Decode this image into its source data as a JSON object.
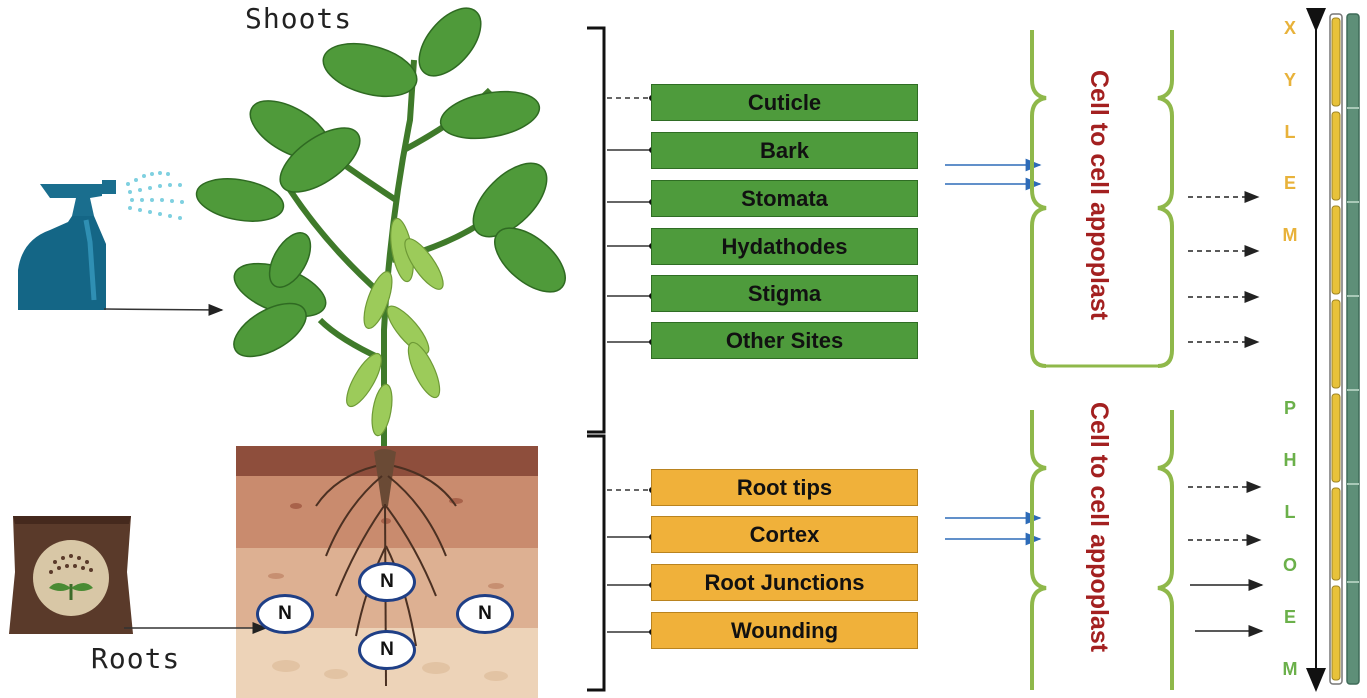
{
  "labels": {
    "shoots": "Shoots",
    "roots": "Roots"
  },
  "shoot_sites": [
    "Cuticle",
    "Bark",
    "Stomata",
    "Hydathodes",
    "Stigma",
    "Other Sites"
  ],
  "root_sites": [
    "Root tips",
    "Cortex",
    "Root Junctions",
    "Wounding"
  ],
  "apoplast_label": "Cell to cell appoplast",
  "nutrient_symbol": "N",
  "xylem_letters": [
    "X",
    "Y",
    "L",
    "E",
    "M"
  ],
  "phloem_letters": [
    "P",
    "H",
    "L",
    "O",
    "E",
    "M"
  ],
  "colors": {
    "shoot_box": "#4e9b3c",
    "root_box": "#f0b13a",
    "apoplast_text": "#a32020",
    "xylem_text": "#e8b23a",
    "phloem_text": "#6bb04a",
    "wall": "#8fb84a"
  }
}
